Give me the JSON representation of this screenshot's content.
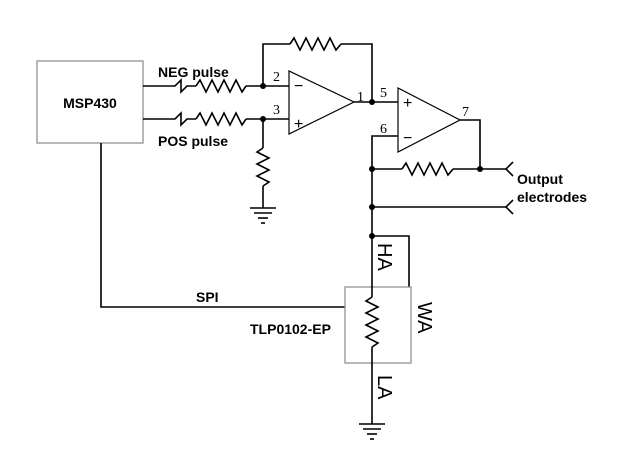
{
  "labels": {
    "mcu": "MSP430",
    "neg_pulse": "NEG pulse",
    "pos_pulse": "POS pulse",
    "spi": "SPI",
    "pot_part": "TLP0102-EP",
    "output_line1": "Output",
    "output_line2": "electrodes",
    "pin_ha": "HA",
    "pin_wa": "WA",
    "pin_la": "LA"
  },
  "pins": {
    "p1": "1",
    "p2": "2",
    "p3": "3",
    "p5": "5",
    "p6": "6",
    "p7": "7"
  },
  "signs": {
    "minus": "−",
    "plus": "+"
  },
  "colors": {
    "wire": "#000000",
    "chip_outline": "#888888"
  }
}
